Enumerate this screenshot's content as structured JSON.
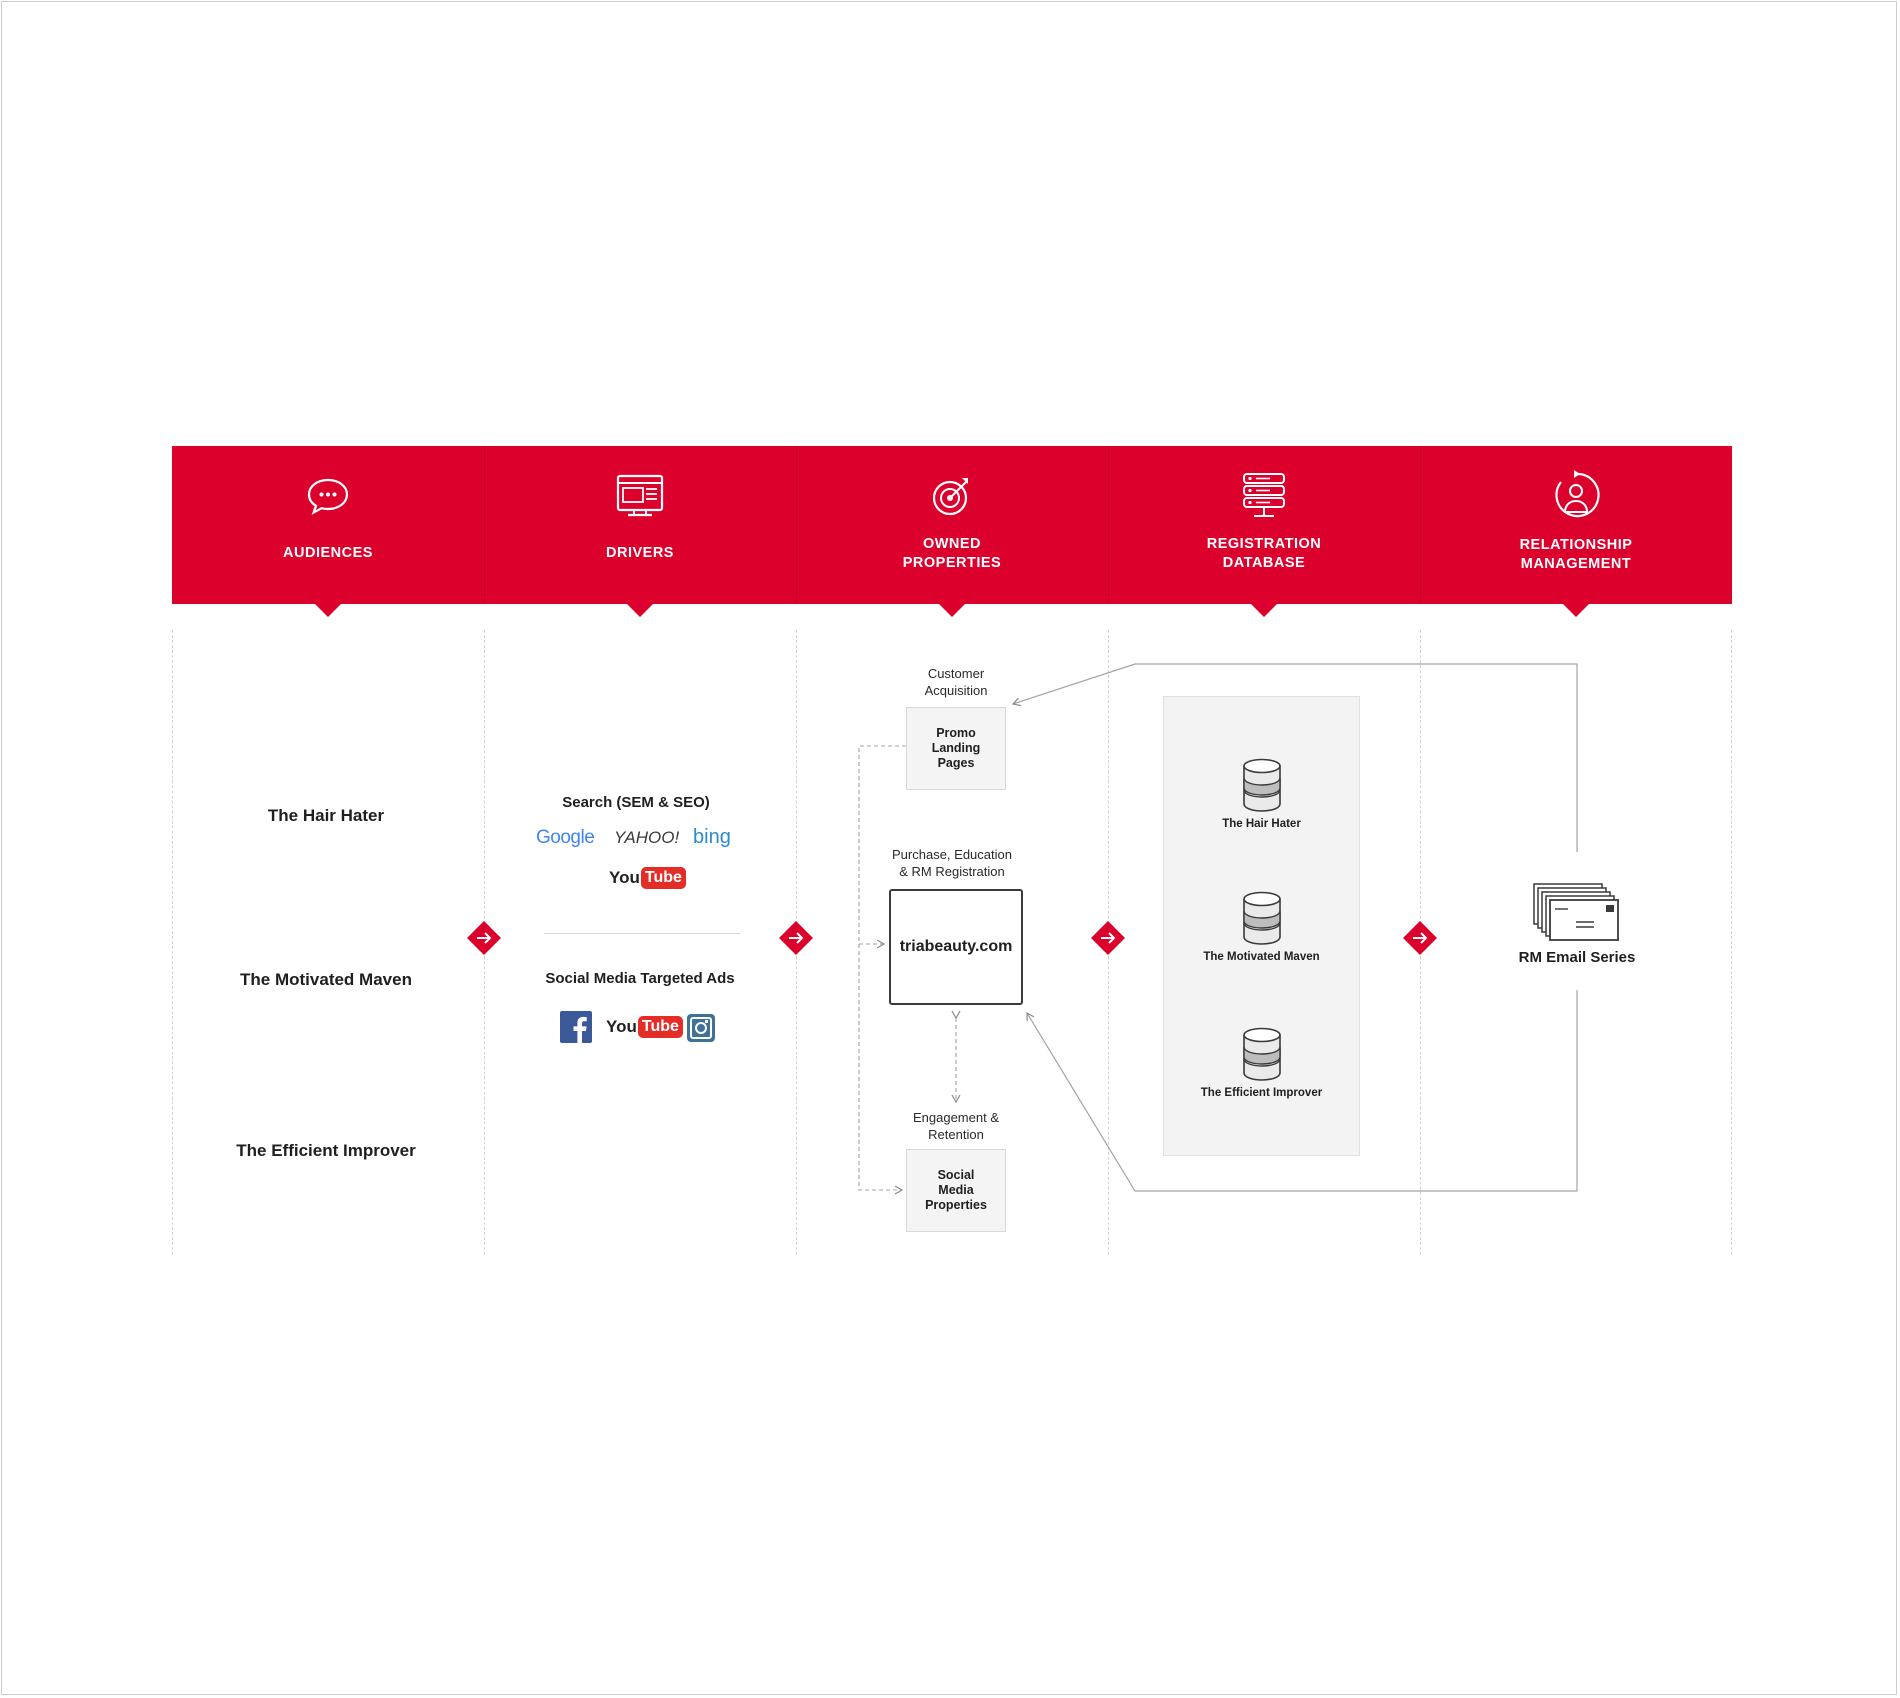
{
  "columns": [
    {
      "title_line1": "AUDIENCES",
      "title_line2": "",
      "icon": "chat-bubble-icon"
    },
    {
      "title_line1": "DRIVERS",
      "title_line2": "",
      "icon": "browser-window-icon"
    },
    {
      "title_line1": "OWNED",
      "title_line2": "PROPERTIES",
      "icon": "target-icon"
    },
    {
      "title_line1": "REGISTRATION",
      "title_line2": "DATABASE",
      "icon": "server-stack-icon"
    },
    {
      "title_line1": "RELATIONSHIP",
      "title_line2": "MANAGEMENT",
      "icon": "user-cycle-icon"
    }
  ],
  "audiences": [
    "The Hair Hater",
    "The Motivated Maven",
    "The Efficient Improver"
  ],
  "drivers": {
    "search_label": "Search (SEM & SEO)",
    "search_brands": [
      "Google",
      "YAHOO!",
      "bing",
      "YouTube"
    ],
    "social_label": "Social Media Targeted Ads",
    "social_brands": [
      "facebook",
      "YouTube",
      "instagram"
    ]
  },
  "owned": {
    "acquisition_line1": "Customer",
    "acquisition_line2": "Acquisition",
    "promo_line1": "Promo",
    "promo_line2": "Landing",
    "promo_line3": "Pages",
    "purchase_line1": "Purchase, Education",
    "purchase_line2": "& RM Registration",
    "site": "triabeauty.com",
    "engagement_line1": "Engagement &",
    "engagement_line2": "Retention",
    "social_line1": "Social",
    "social_line2": "Media",
    "social_line3": "Properties"
  },
  "database": [
    "The Hair Hater",
    "The Motivated Maven",
    "The Efficient Improver"
  ],
  "rm": {
    "label": "RM Email Series"
  },
  "colors": {
    "brand_red": "#dc002c",
    "dashed": "#cfd3d8",
    "panel": "#f3f3f3"
  }
}
